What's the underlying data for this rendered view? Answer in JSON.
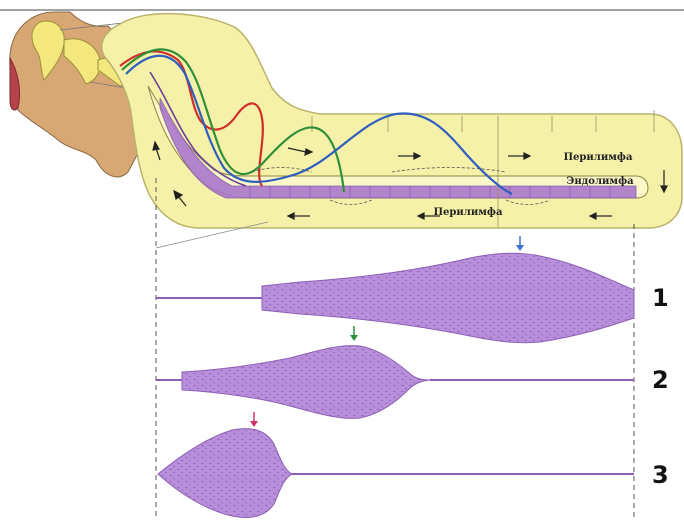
{
  "labels": {
    "perilymph_top": "Перилимфа",
    "endolymph": "Эндолимфа",
    "perilymph_bottom": "Перилимфа"
  },
  "panels": [
    {
      "number": "1",
      "peak_arrow_color": "#3a6fd0"
    },
    {
      "number": "2",
      "peak_arrow_color": "#2f8f3a"
    },
    {
      "number": "3",
      "peak_arrow_color": "#d0306a"
    }
  ],
  "colors": {
    "cochlea_fill": "#f6f1a8",
    "cochlea_stroke": "#b9b36a",
    "basilar_membrane": "#a978cc",
    "envelope_fill": "#b88fda",
    "envelope_stroke": "#8e60b5",
    "bone": "#d8a874",
    "ossicle": "#f3e77d",
    "wave_red": "#d0302a",
    "wave_green": "#2f8f3a",
    "wave_blue": "#2f5fbf",
    "dashes": "#555555"
  }
}
